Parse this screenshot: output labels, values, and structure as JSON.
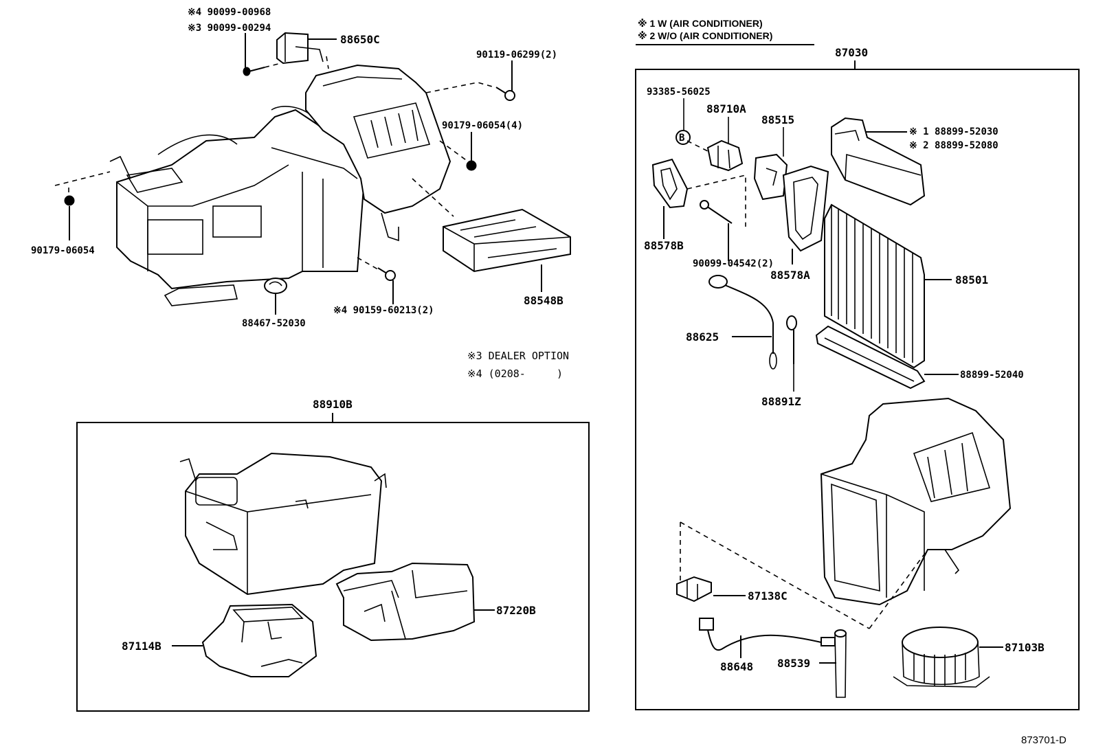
{
  "diagram": {
    "type": "exploded-parts-diagram",
    "figure_ref": "873701-D",
    "legend_right": {
      "line1": "※ 1 W (AIR CONDITIONER)",
      "line2": "※ 2 W/O (AIR CONDITIONER)"
    },
    "notes_left": {
      "note3": "※3 DEALER OPTION",
      "note4": "※4 (0208-     )"
    },
    "top_left_group": {
      "labels": {
        "screw_4": "※4 90099-00968",
        "screw_3": "※3 90099-00294",
        "p88650C": "88650C",
        "p90119": "90119-06299(2)",
        "p90179_4": "90179-06054(4)",
        "p90179": "90179-06054",
        "p88467": "88467-52030",
        "p90159": "※4 90159-60213(2)",
        "p88548B": "88548B"
      }
    },
    "bottom_left_group": {
      "assembly": "88910B",
      "labels": {
        "p87220B": "87220B",
        "p87114B": "87114B"
      }
    },
    "right_group": {
      "assembly": "87030",
      "labels": {
        "p93385": "93385-56025",
        "b_marker": "B",
        "p88710A": "88710A",
        "p88515": "88515",
        "p88899_52030": "※ 1 88899-52030",
        "p88899_52080": "※ 2 88899-52080",
        "p88578B": "88578B",
        "p90099_04542": "90099-04542(2)",
        "p88578A": "88578A",
        "p88501": "88501",
        "p88625": "88625",
        "p88891Z": "88891Z",
        "p88899_52040": "88899-52040",
        "p87138C": "87138C",
        "p88648": "88648",
        "p88539": "88539",
        "p87103B": "87103B"
      }
    }
  }
}
